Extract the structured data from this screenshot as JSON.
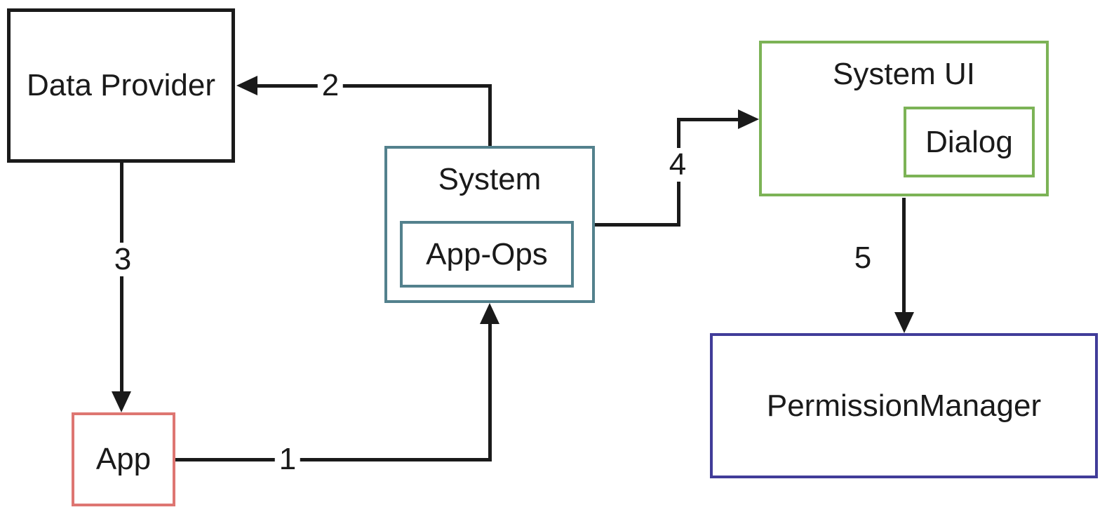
{
  "diagram": {
    "type": "flow-diagram",
    "background": "#ffffff",
    "line_color": "#1a1a1a",
    "nodes": {
      "data_provider": {
        "label": "Data Provider",
        "border_color": "#1a1a1a"
      },
      "app": {
        "label": "App",
        "border_color": "#de7672"
      },
      "system": {
        "label": "System",
        "border_color": "#53818d"
      },
      "app_ops": {
        "label": "App-Ops",
        "border_color": "#53818d",
        "parent": "System"
      },
      "system_ui": {
        "label": "System UI",
        "border_color": "#7cb356"
      },
      "dialog": {
        "label": "Dialog",
        "border_color": "#7cb356",
        "parent": "System UI"
      },
      "permission_manager": {
        "label": "PermissionManager",
        "border_color": "#413c99"
      }
    },
    "edges": [
      {
        "label": "1",
        "from": "App",
        "to": "System"
      },
      {
        "label": "2",
        "from": "System",
        "to": "Data Provider"
      },
      {
        "label": "3",
        "from": "Data Provider",
        "to": "App"
      },
      {
        "label": "4",
        "from": "System",
        "to": "System UI"
      },
      {
        "label": "5",
        "from": "System UI",
        "to": "PermissionManager"
      }
    ]
  }
}
